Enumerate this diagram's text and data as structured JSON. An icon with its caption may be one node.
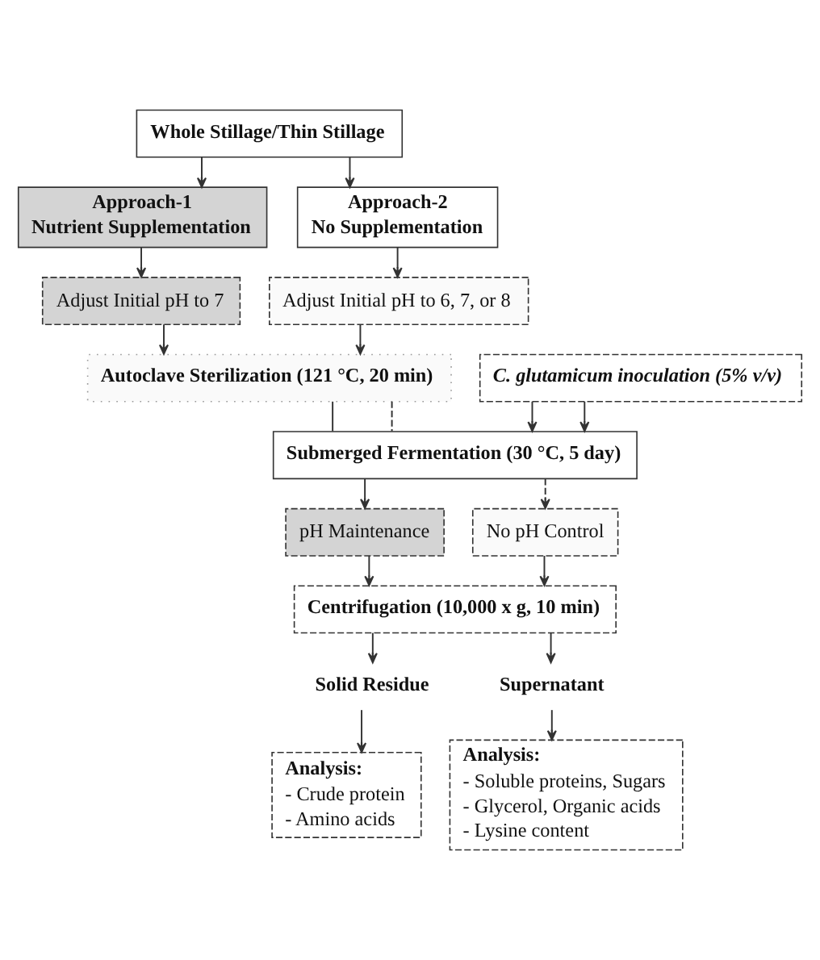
{
  "diagram": {
    "nodes": [
      {
        "text": [
          "Whole Stillage/Thin Stillage"
        ]
      },
      {
        "text": [
          "Approach-1",
          "Nutrient Supplementation"
        ]
      },
      {
        "text": [
          "Approach-2",
          "No Supplementation"
        ]
      },
      {
        "text": [
          "Adjust Initial pH to 7"
        ]
      },
      {
        "text": [
          "Adjust Initial pH to 6, 7, or 8"
        ]
      },
      {
        "text": [
          "Autoclave Sterilization (121 °C, 20 min)"
        ]
      },
      {
        "text": [
          "C. glutamicum inoculation (5% v/v)"
        ]
      },
      {
        "text": [
          "Submerged Fermentation (30 °C, 5 day)"
        ]
      },
      {
        "text": [
          "pH Maintenance"
        ]
      },
      {
        "text": [
          "No pH Control"
        ]
      },
      {
        "text": [
          "Centrifugation (10,000 x g, 10 min)"
        ]
      },
      {
        "text": [
          "Solid Residue"
        ]
      },
      {
        "text": [
          "Supernatant"
        ]
      },
      {
        "text": [
          "Analysis:",
          "- Crude protein",
          "- Amino acids"
        ]
      },
      {
        "text": [
          "Analysis:",
          "- Soluble proteins, Sugars",
          "- Glycerol, Organic acids",
          "- Lysine content"
        ]
      }
    ],
    "edges": [
      {
        "from": 0,
        "to": 1,
        "arrow": "to"
      },
      {
        "from": 0,
        "to": 2,
        "arrow": "to"
      },
      {
        "from": 1,
        "to": 3,
        "arrow": "to"
      },
      {
        "from": 2,
        "to": 4,
        "arrow": "to"
      },
      {
        "from": 3,
        "to": 5,
        "arrow": "to"
      },
      {
        "from": 4,
        "to": 5,
        "arrow": "to"
      },
      {
        "from": 5,
        "to": 7,
        "arrow": "none"
      },
      {
        "from": 5,
        "to": 7,
        "arrow": "none",
        "style": "dashed"
      },
      {
        "from": 6,
        "to": 7,
        "arrow": "to"
      },
      {
        "from": 6,
        "to": 7,
        "arrow": "to"
      },
      {
        "from": 7,
        "to": 8,
        "arrow": "to"
      },
      {
        "from": 7,
        "to": 9,
        "arrow": "to",
        "style": "dashed"
      },
      {
        "from": 8,
        "to": 10,
        "arrow": "to"
      },
      {
        "from": 9,
        "to": 10,
        "arrow": "to"
      },
      {
        "from": 10,
        "to": 11,
        "arrow": "to"
      },
      {
        "from": 10,
        "to": 12,
        "arrow": "to"
      },
      {
        "from": 11,
        "to": 13,
        "arrow": "to"
      },
      {
        "from": 12,
        "to": 14,
        "arrow": "to"
      }
    ]
  }
}
